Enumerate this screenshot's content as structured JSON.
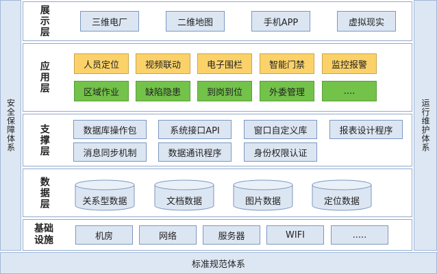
{
  "left_bar": {
    "label": "安全保障体系"
  },
  "right_bar": {
    "label": "运行维护体系"
  },
  "footer": {
    "label": "标准规范体系"
  },
  "layers": {
    "display": {
      "title": "展示层",
      "items": [
        "三维电厂",
        "二维地图",
        "手机APP",
        "虚拟现实"
      ]
    },
    "application": {
      "title": "应用层",
      "row1": [
        "人员定位",
        "视频联动",
        "电子围栏",
        "智能门禁",
        "监控报警"
      ],
      "row2": [
        "区域作业",
        "缺陷隐患",
        "到岗到位",
        "外委管理",
        "...."
      ]
    },
    "support": {
      "title": "支撑层",
      "row1": [
        "数据库操作包",
        "系统接口API",
        "窗口自定义库",
        "报表设计程序"
      ],
      "row2": [
        "消息同步机制",
        "数据通讯程序",
        "身份权限认证"
      ]
    },
    "data": {
      "title": "数据层",
      "items": [
        "关系型数据",
        "文档数据",
        "图片数据",
        "定位数据"
      ]
    },
    "infra": {
      "title_line1": "基础",
      "title_line2": "设施",
      "items": [
        "机房",
        "网络",
        "服务器",
        "WIFI",
        "....."
      ]
    }
  },
  "colors": {
    "blue_box": "#dce6f2",
    "yellow_box": "#fbd26a",
    "green_box": "#73c24a",
    "frame": "#8fa9cd",
    "side_bar": "#dde7f3"
  }
}
